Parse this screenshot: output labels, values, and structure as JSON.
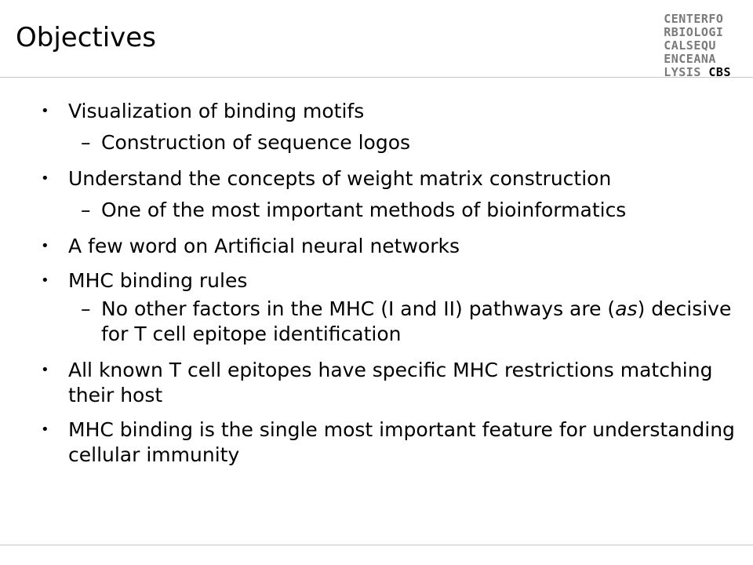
{
  "slide": {
    "title": "Objectives",
    "logo": {
      "lines": [
        "CENTERFO",
        "RBIOLOGI",
        "CALSEQU",
        "ENCEANA",
        "LYSIS"
      ],
      "accent": "CBS"
    },
    "bullets": [
      {
        "level": 1,
        "text": "Visualization of binding motifs"
      },
      {
        "level": 2,
        "text": "Construction of sequence logos"
      },
      {
        "level": 1,
        "text": "Understand the concepts of weight matrix construction"
      },
      {
        "level": 2,
        "text": "One of the most important methods of bioinformatics"
      },
      {
        "level": 1,
        "text": "A few word on Artificial neural networks"
      },
      {
        "level": 1,
        "text": "MHC binding rules"
      },
      {
        "level": 2,
        "text_before": "No other factors in the MHC (I and II) pathways are (",
        "emphasis": "as",
        "text_after": ") decisive for T cell epitope identification"
      },
      {
        "level": 1,
        "text": "All known T cell epitopes have specific MHC restrictions matching their host"
      },
      {
        "level": 1,
        "text": "MHC binding is the single most important feature for understanding cellular immunity"
      }
    ]
  },
  "colors": {
    "logo_gray": "#7a7a7a",
    "rule": "#c8c8c8"
  }
}
